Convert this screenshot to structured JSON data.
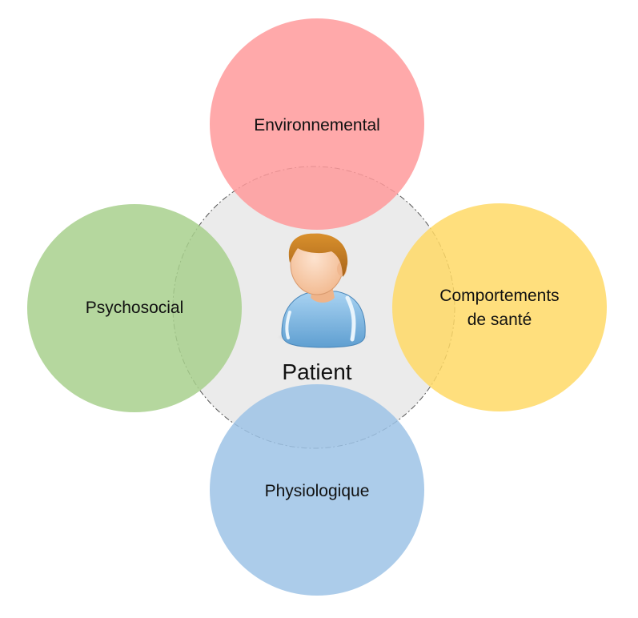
{
  "center": {
    "label": "Patient",
    "icon": "patient-icon",
    "fill": "#ebebeb",
    "outline": "#555555"
  },
  "factors": {
    "top": {
      "label": "Environnemental",
      "color": "#ff9a9b"
    },
    "left": {
      "label": "Psychosocial",
      "color": "#a8d08d"
    },
    "right": {
      "label_line1": "Comportements",
      "label_line2": "de santé",
      "color": "#ffd966"
    },
    "bottom": {
      "label": "Physiologique",
      "color": "#9dc3e6"
    }
  }
}
